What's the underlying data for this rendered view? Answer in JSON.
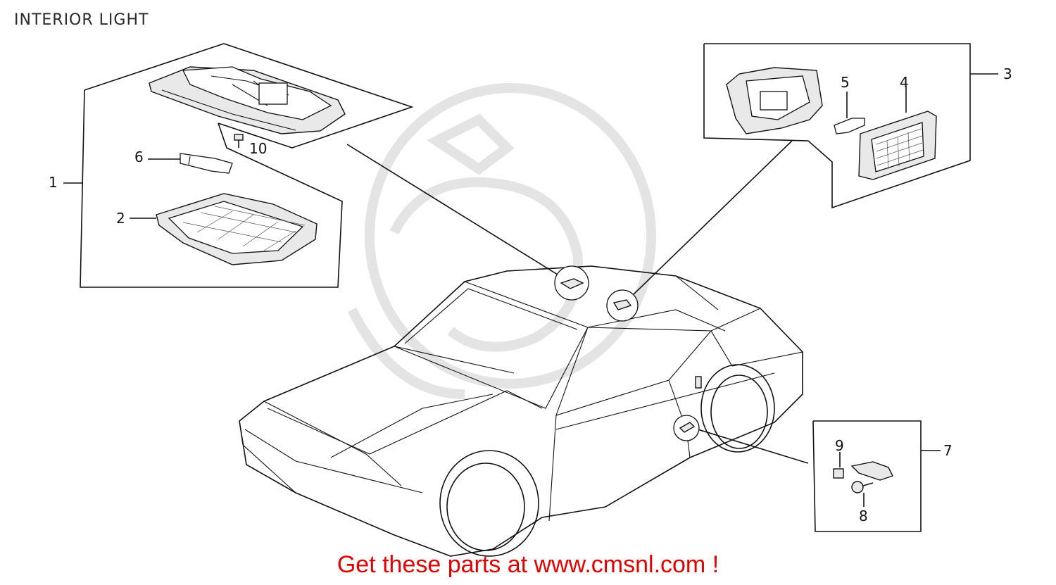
{
  "title": "INTERIOR LIGHT",
  "footer": "Get these parts at www.cmsnl.com !",
  "callouts": [
    "1",
    "2",
    "3",
    "4",
    "5",
    "6",
    "7",
    "8",
    "9",
    "10"
  ],
  "colors": {
    "footer": "#e00000",
    "line": "#111111"
  }
}
